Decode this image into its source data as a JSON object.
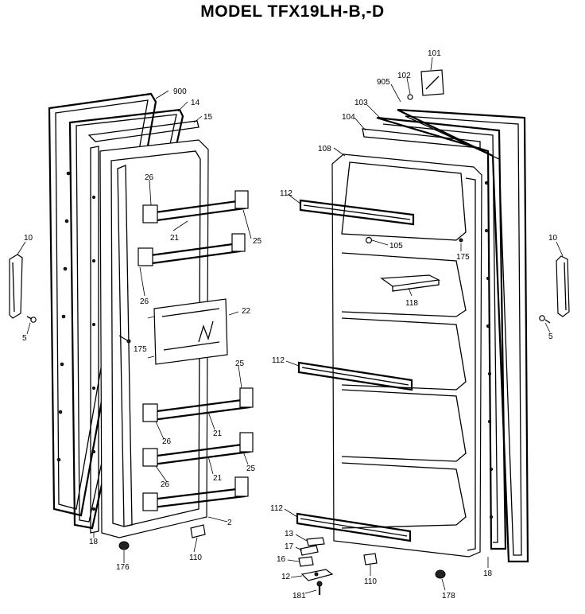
{
  "title": "MODEL TFX19LH-B,-D",
  "callouts": {
    "c900": "900",
    "c14": "14",
    "c15": "15",
    "c26a": "26",
    "c21a": "21",
    "c25a": "25",
    "c26b": "26",
    "c22": "22",
    "c175a": "175",
    "c25b": "25",
    "c26c": "26",
    "c21b": "21",
    "c26d": "26",
    "c21c": "21",
    "c25c": "25",
    "c2": "2",
    "c18a": "18",
    "c176": "176",
    "c110a": "110",
    "c10a": "10",
    "c5a": "5",
    "c101": "101",
    "c102": "102",
    "c905": "905",
    "c103": "103",
    "c104": "104",
    "c108": "108",
    "c112a": "112",
    "c105": "105",
    "c175b": "175",
    "c118": "118",
    "c112b": "112",
    "c112c": "112",
    "c13": "13",
    "c17": "17",
    "c16": "16",
    "c12": "12",
    "c181": "181",
    "c110b": "110",
    "c178": "178",
    "c18b": "18",
    "c10b": "10",
    "c5b": "5"
  }
}
